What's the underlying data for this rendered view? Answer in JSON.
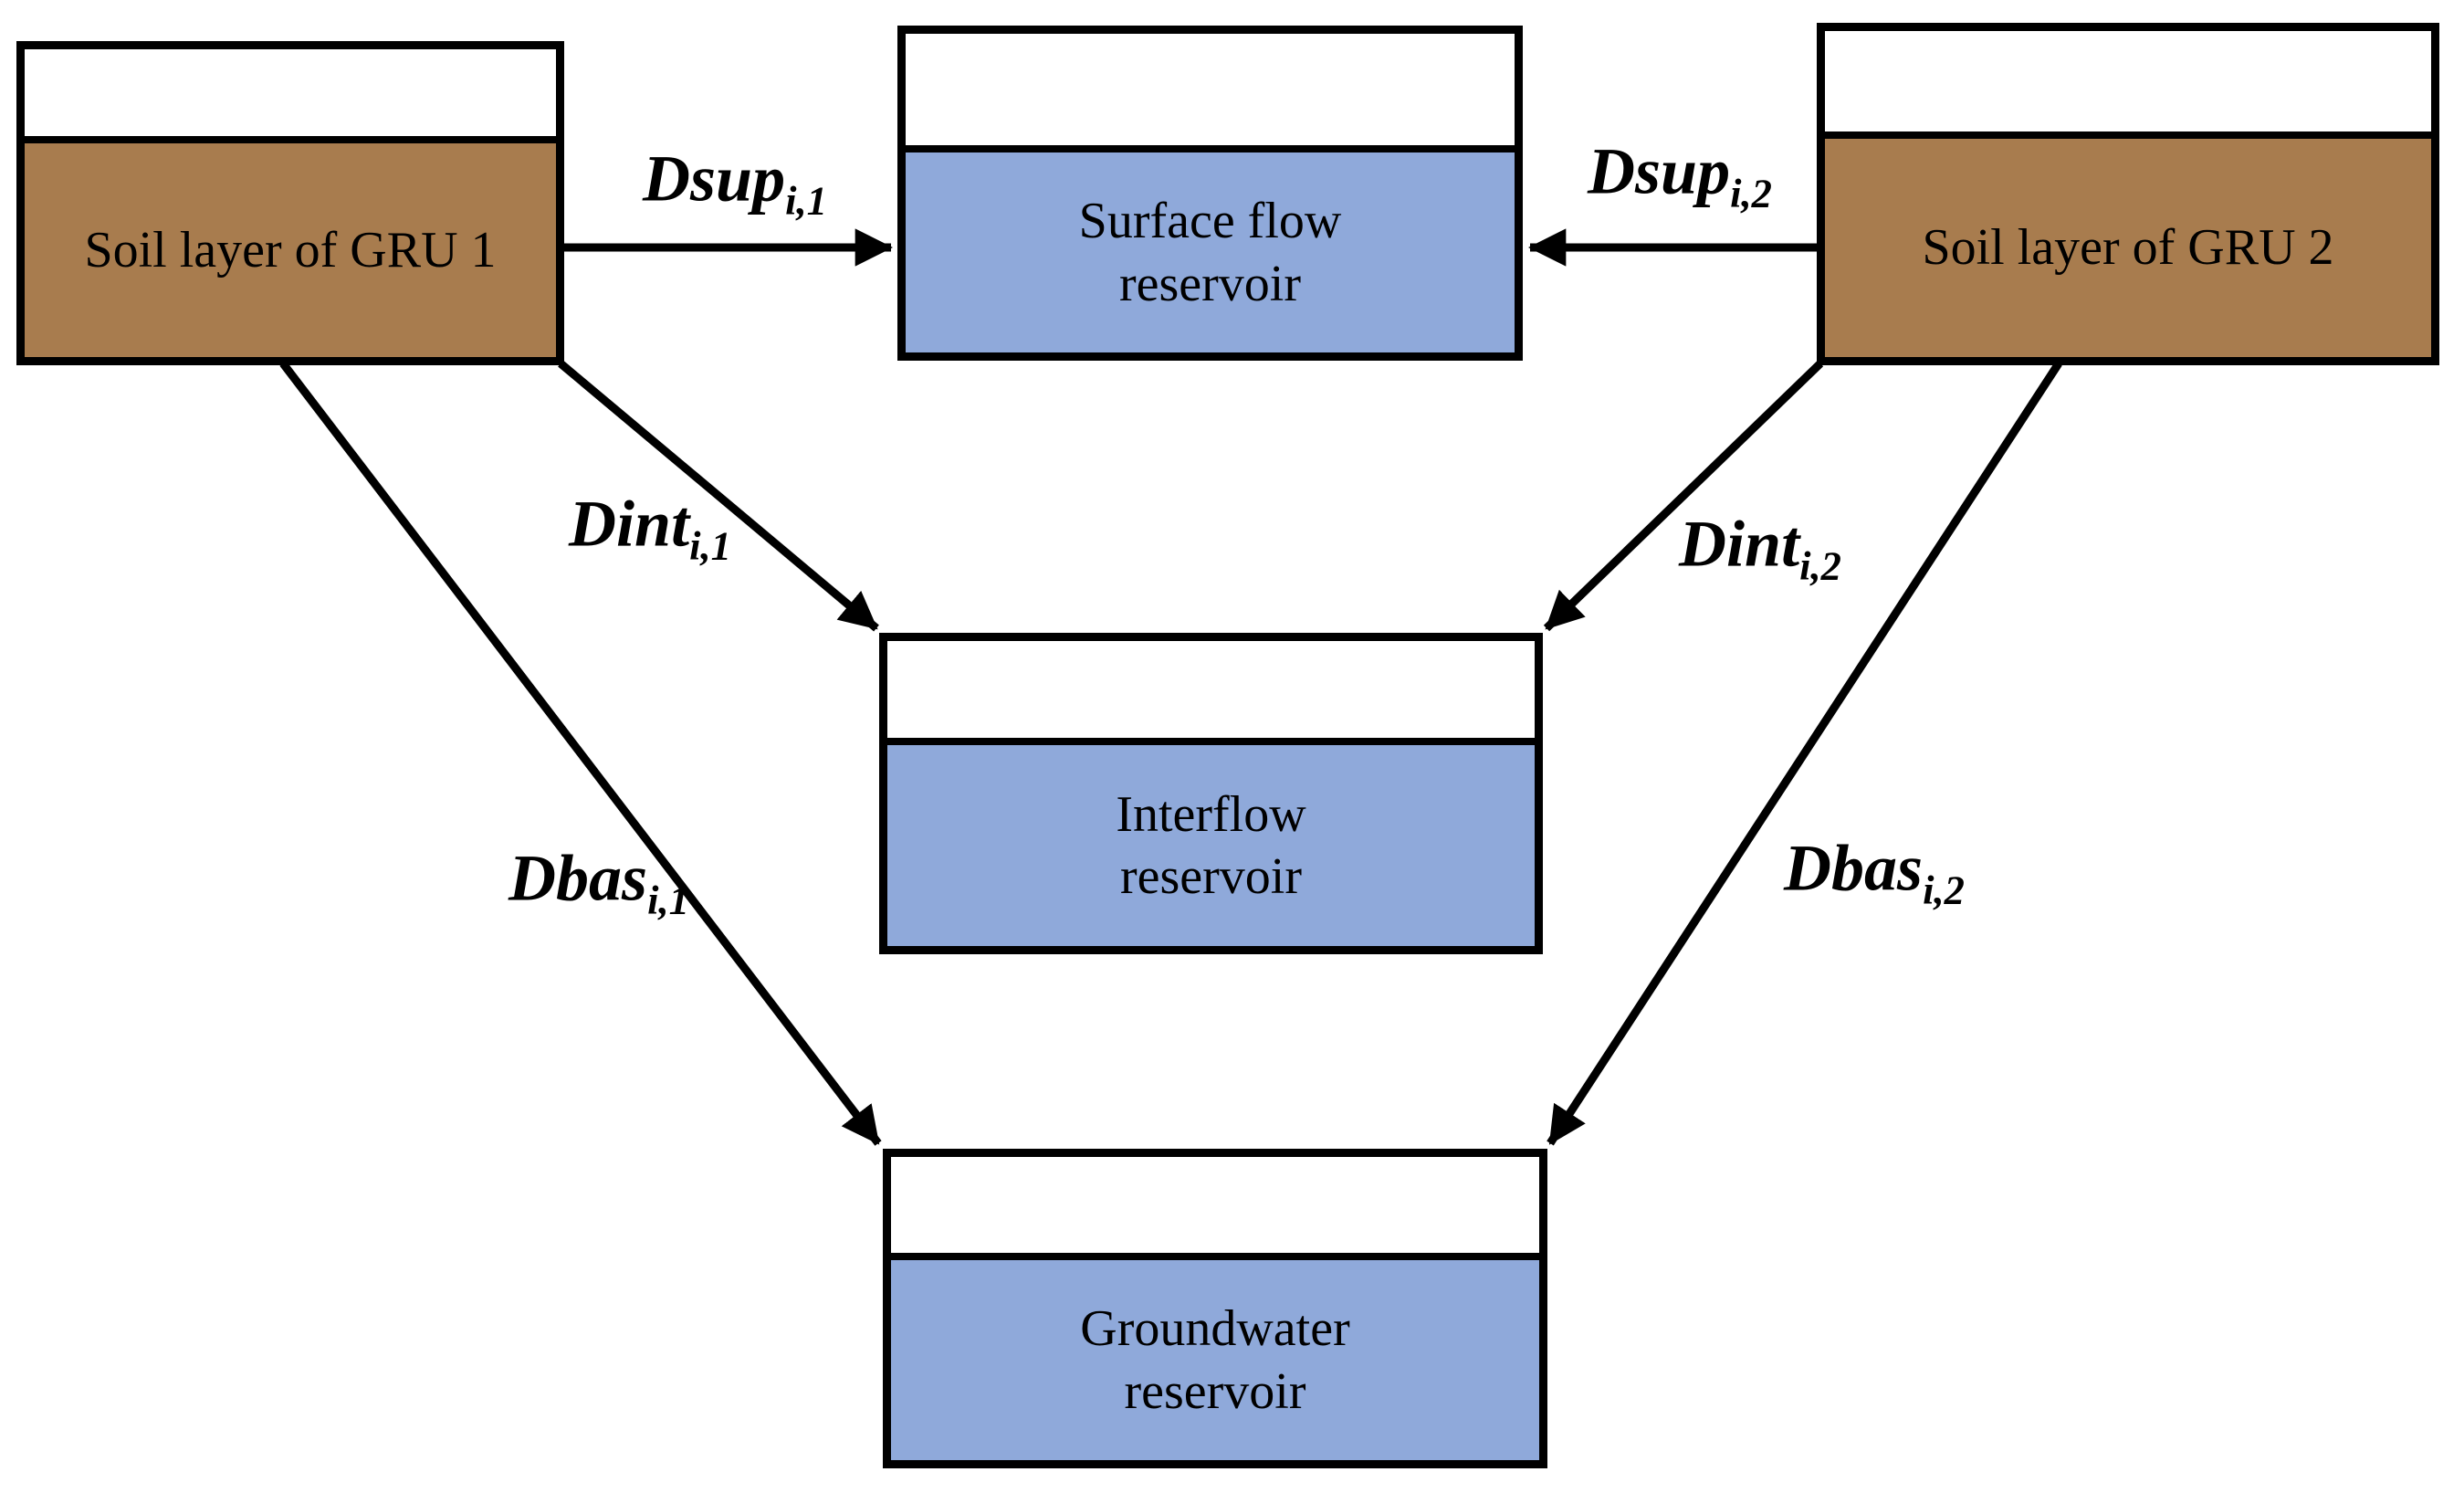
{
  "colors": {
    "background": "#ffffff",
    "line": "#000000",
    "soil": "#a87c4e",
    "water": "#8fa9da"
  },
  "boxes": {
    "gru1": {
      "label": "Soil layer of GRU 1"
    },
    "gru2": {
      "label": "Soil layer of GRU 2"
    },
    "surface": {
      "line1": "Surface flow",
      "line2": "reservoir"
    },
    "interflow": {
      "line1": "Interflow",
      "line2": "reservoir"
    },
    "groundwater": {
      "line1": "Groundwater",
      "line2": "reservoir"
    }
  },
  "flows": {
    "dsup1": {
      "base": "Dsup",
      "sub": "i,1",
      "from": "Soil layer of GRU 1",
      "to": "Surface flow reservoir"
    },
    "dsup2": {
      "base": "Dsup",
      "sub": "i,2",
      "from": "Soil layer of GRU 2",
      "to": "Surface flow reservoir"
    },
    "dint1": {
      "base": "Dint",
      "sub": "i,1",
      "from": "Soil layer of GRU 1",
      "to": "Interflow reservoir"
    },
    "dint2": {
      "base": "Dint",
      "sub": "i,2",
      "from": "Soil layer of GRU 2",
      "to": "Interflow reservoir"
    },
    "dbas1": {
      "base": "Dbas",
      "sub": "i,1",
      "from": "Soil layer of GRU 1",
      "to": "Groundwater reservoir"
    },
    "dbas2": {
      "base": "Dbas",
      "sub": "i,2",
      "from": "Soil layer of GRU 2",
      "to": "Groundwater reservoir"
    }
  }
}
